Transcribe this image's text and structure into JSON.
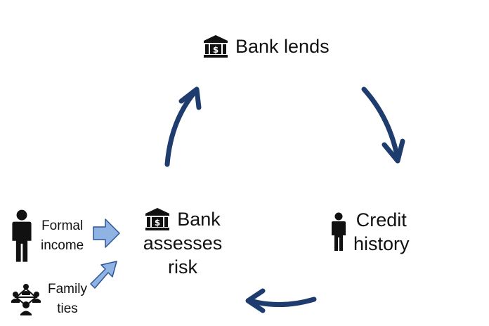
{
  "nodes": {
    "bank_lends": {
      "label": "Bank lends",
      "icon": "bank-icon"
    },
    "credit_history": {
      "label_line1": "Credit",
      "label_line2": "history",
      "icon": "person-icon"
    },
    "bank_assesses": {
      "label_line1": "Bank",
      "label_line2": "assesses risk",
      "icon": "bank-icon"
    },
    "formal_income": {
      "label_line1": "Formal",
      "label_line2": "income",
      "icon": "person-icon"
    },
    "family_ties": {
      "label_line1": "Family",
      "label_line2": "ties",
      "icon": "family-network-icon"
    }
  },
  "colors": {
    "cycle_arrow": "#1f3c6e",
    "input_arrow_fill": "#8fb4e3",
    "input_arrow_stroke": "#2f5597",
    "icon": "#111111"
  }
}
